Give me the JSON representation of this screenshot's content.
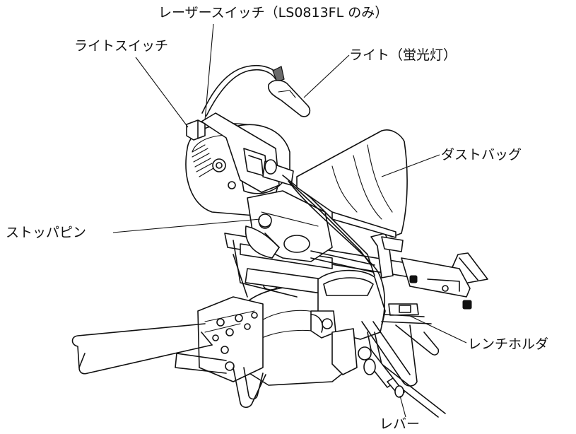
{
  "labels": {
    "laser_switch": "レーザースイッチ（LS0813FL のみ）",
    "light_switch": "ライトスイッチ",
    "light": "ライト（蛍光灯）",
    "dust_bag": "ダストバッグ",
    "stopper_pin": "ストッパピン",
    "wrench_holder": "レンチホルダ",
    "lever": "レバー"
  }
}
